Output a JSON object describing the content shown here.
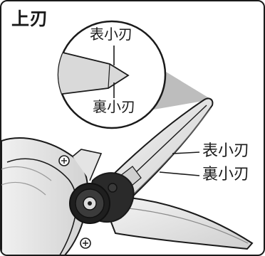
{
  "title": "上刃",
  "zoom": {
    "top_label": "表小刃",
    "bottom_label": "裏小刃"
  },
  "callouts": {
    "front_label": "表小刃",
    "back_label": "裏小刃"
  },
  "colors": {
    "stroke": "#1a1a1a",
    "blade_fill": "#dedede",
    "blade_light": "#f2f2f2",
    "body_fill": "#e8e8e8",
    "pivot_dark": "#1f1f1f"
  },
  "icons": [
    "screw-icon",
    "pivot-bolt-icon"
  ]
}
